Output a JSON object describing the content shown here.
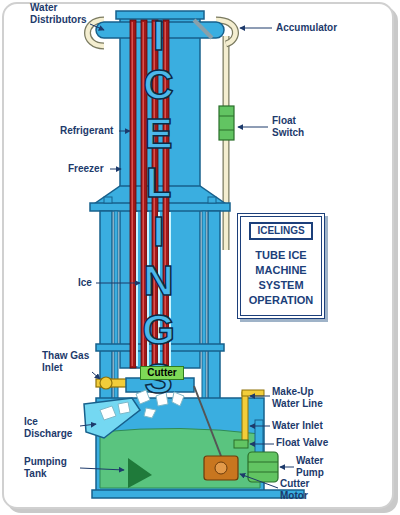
{
  "diagram": {
    "nodes": [
      {
        "text": [
          "ICELINGS",
          "TUBE ICE MACHINE SYSTEM OPERATION"
        ]
      },
      {
        "text": [
          "Cutter"
        ]
      }
    ],
    "labels": [
      "Water Distributors",
      "Accumulator",
      "Refrigerant",
      "Float Switch",
      "Freezer",
      "ICELINGS",
      "Ice",
      "Thaw Gas Inlet",
      "Make-Up Water Line",
      "Water Inlet",
      "Ice Discharge",
      "Float Valve",
      "Pumping Tank",
      "Water Pump",
      "Cutter Motor"
    ]
  }
}
